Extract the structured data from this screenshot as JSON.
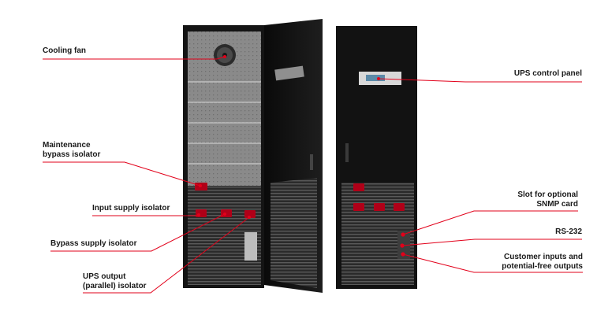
{
  "labels": {
    "cooling_fan": [
      "Cooling fan"
    ],
    "maintenance_bypass": [
      "Maintenance",
      "bypass isolator"
    ],
    "input_supply": [
      "Input supply isolator"
    ],
    "bypass_supply": [
      "Bypass supply isolator"
    ],
    "ups_output": [
      "UPS output",
      "(parallel) isolator"
    ],
    "ups_control_panel": [
      "UPS control panel"
    ],
    "snmp_slot": [
      "Slot for optional",
      "SNMP card"
    ],
    "rs232": [
      "RS-232"
    ],
    "customer_io": [
      "Customer inputs and",
      "potential-free outputs"
    ]
  },
  "colors": {
    "leader": "#e2001a",
    "cabinet": "#111111",
    "panel": "#9a9a9a",
    "vent": "#3a3a3a"
  }
}
